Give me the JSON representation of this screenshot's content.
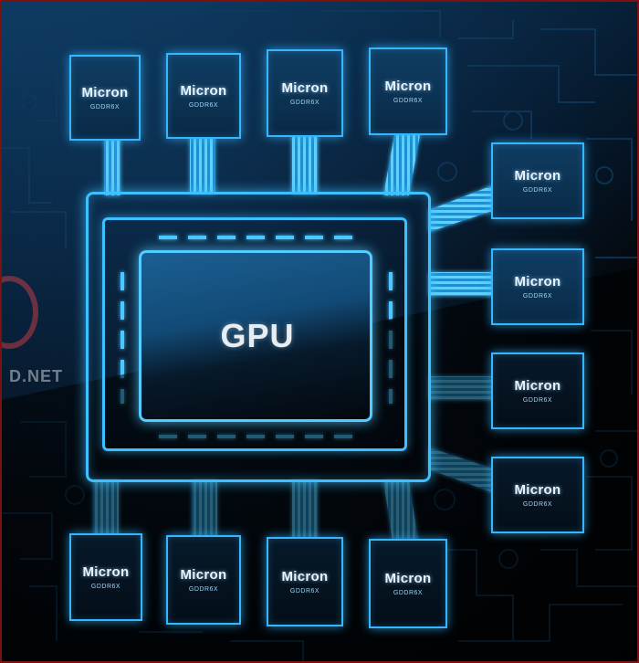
{
  "gpu": {
    "label": "GPU"
  },
  "memory_chips": [
    {
      "brand": "Micron",
      "model": "GDDR6X"
    },
    {
      "brand": "Micron",
      "model": "GDDR6X"
    },
    {
      "brand": "Micron",
      "model": "GDDR6X"
    },
    {
      "brand": "Micron",
      "model": "GDDR6X"
    },
    {
      "brand": "Micron",
      "model": "GDDR6X"
    },
    {
      "brand": "Micron",
      "model": "GDDR6X"
    },
    {
      "brand": "Micron",
      "model": "GDDR6X"
    },
    {
      "brand": "Micron",
      "model": "GDDR6X"
    },
    {
      "brand": "Micron",
      "model": "GDDR6X"
    },
    {
      "brand": "Micron",
      "model": "GDDR6X"
    },
    {
      "brand": "Micron",
      "model": "GDDR6X"
    },
    {
      "brand": "Micron",
      "model": "GDDR6X"
    }
  ],
  "watermark": {
    "text": "D.NET"
  },
  "colors": {
    "trace": "#36b6ff",
    "background": "#05080d",
    "frame": "#7a1212"
  }
}
